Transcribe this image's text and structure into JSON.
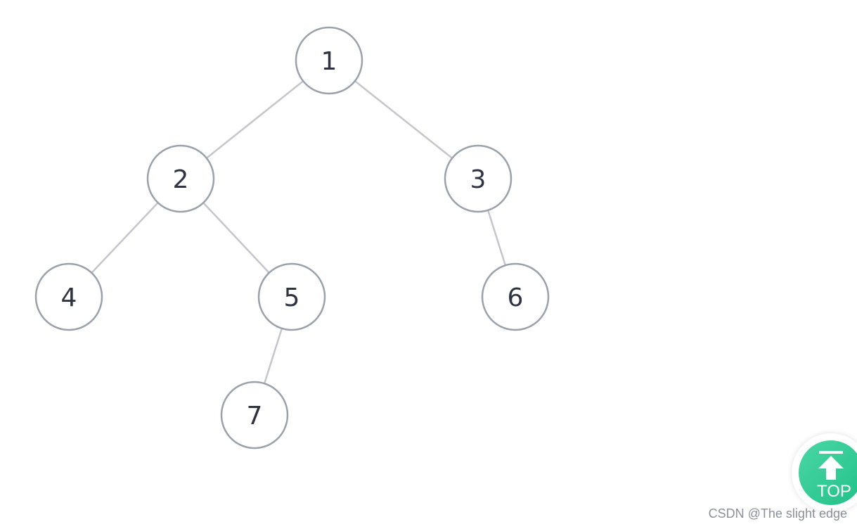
{
  "tree": {
    "nodes": [
      {
        "id": "1",
        "label": "1"
      },
      {
        "id": "2",
        "label": "2"
      },
      {
        "id": "3",
        "label": "3"
      },
      {
        "id": "4",
        "label": "4"
      },
      {
        "id": "5",
        "label": "5"
      },
      {
        "id": "6",
        "label": "6"
      },
      {
        "id": "7",
        "label": "7"
      }
    ],
    "edges": [
      {
        "from": "1",
        "to": "2"
      },
      {
        "from": "1",
        "to": "3"
      },
      {
        "from": "2",
        "to": "4"
      },
      {
        "from": "2",
        "to": "5"
      },
      {
        "from": "3",
        "to": "6"
      },
      {
        "from": "5",
        "to": "7"
      }
    ]
  },
  "top_button": {
    "label": "TOP",
    "icon": "arrow-up-to-bar-icon",
    "color": "#21c189"
  },
  "watermark": {
    "text": "CSDN @The slight edge"
  },
  "colors": {
    "node_stroke": "#9ba1ab",
    "edge_stroke": "#c4c6cc",
    "label": "#2f3440"
  }
}
